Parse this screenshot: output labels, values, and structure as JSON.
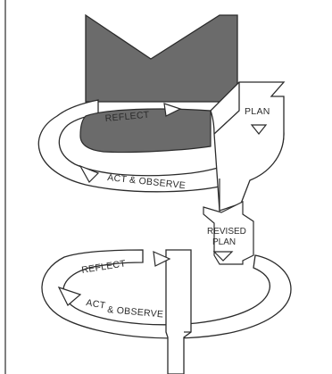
{
  "diagram": {
    "cycle1": {
      "reflect_label": "REFLECT",
      "plan_label": "PLAN",
      "act_label": "ACT & OBSERVE"
    },
    "cycle2": {
      "revised_plan_line1": "REVISED",
      "revised_plan_line2": "PLAN",
      "reflect_label": "REFLECT",
      "act_label_part1": "ACT",
      "act_label_part2": "& OBSERVE"
    },
    "colors": {
      "dark_fill": "#6b6b6b",
      "stroke": "#2b2b2b"
    }
  }
}
